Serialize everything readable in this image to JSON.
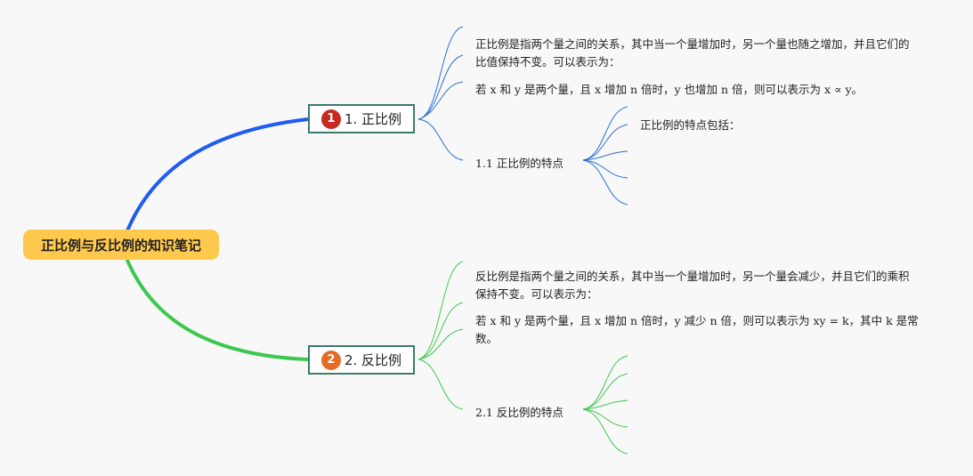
{
  "root": {
    "label": "正比例与反比例的知识笔记"
  },
  "colors": {
    "branch1": "#1f5cf0",
    "branch2": "#3cc850",
    "root_fill": "#ffc94d",
    "badge1": "#c8281f",
    "badge2": "#e56a24"
  },
  "branches": [
    {
      "badge": "1",
      "label": "1. 正比例",
      "notes": [
        "正比例是指两个量之间的关系，其中当一个量增加时，另一个量也随之增加，并且它们的比值保持不变。可以表示为：",
        "若 x 和 y 是两个量，且 x 增加 n 倍时，y 也增加 n 倍，则可以表示为 x ∝ y。"
      ],
      "subtopic": {
        "label": "1.1 正比例的特点",
        "children": [
          "正比例的特点包括："
        ]
      }
    },
    {
      "badge": "2",
      "label": "2. 反比例",
      "notes": [
        "反比例是指两个量之间的关系，其中当一个量增加时，另一个量会减少，并且它们的乘积保持不变。可以表示为：",
        "若 x 和 y 是两个量，且 x 增加 n 倍时，y 减少 n 倍，则可以表示为 xy = k，其中 k 是常数。"
      ],
      "subtopic": {
        "label": "2.1 反比例的特点",
        "children": []
      }
    }
  ]
}
